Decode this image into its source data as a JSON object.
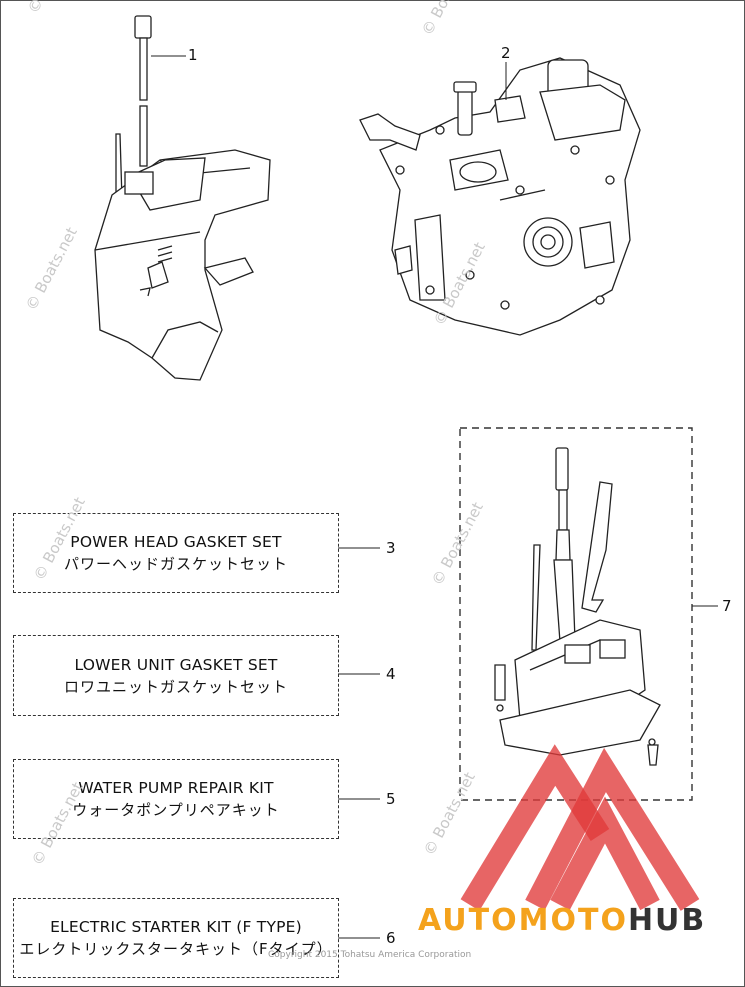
{
  "callouts": [
    "1",
    "2",
    "3",
    "4",
    "5",
    "6",
    "7"
  ],
  "kits": [
    {
      "en": "POWER HEAD GASKET SET",
      "jp": "パワーヘッドガスケットセット"
    },
    {
      "en": "LOWER UNIT GASKET SET",
      "jp": "ロワユニットガスケットセット"
    },
    {
      "en": "WATER PUMP REPAIR KIT",
      "jp": "ウォータポンプリペアキット"
    },
    {
      "en": "ELECTRIC STARTER KIT (F TYPE)",
      "jp": "エレクトリックスタータキット（Fタイプ）"
    }
  ],
  "watermark": "© Boats.net",
  "copyright": "Copyright 2015 Tohatsu America Corporation",
  "brand": {
    "part1": "AUTOMOTO",
    "part2": "HUB",
    "color_primary": "#f4a21c",
    "color_secondary": "#333333",
    "logo_color": "#e03a3a"
  }
}
